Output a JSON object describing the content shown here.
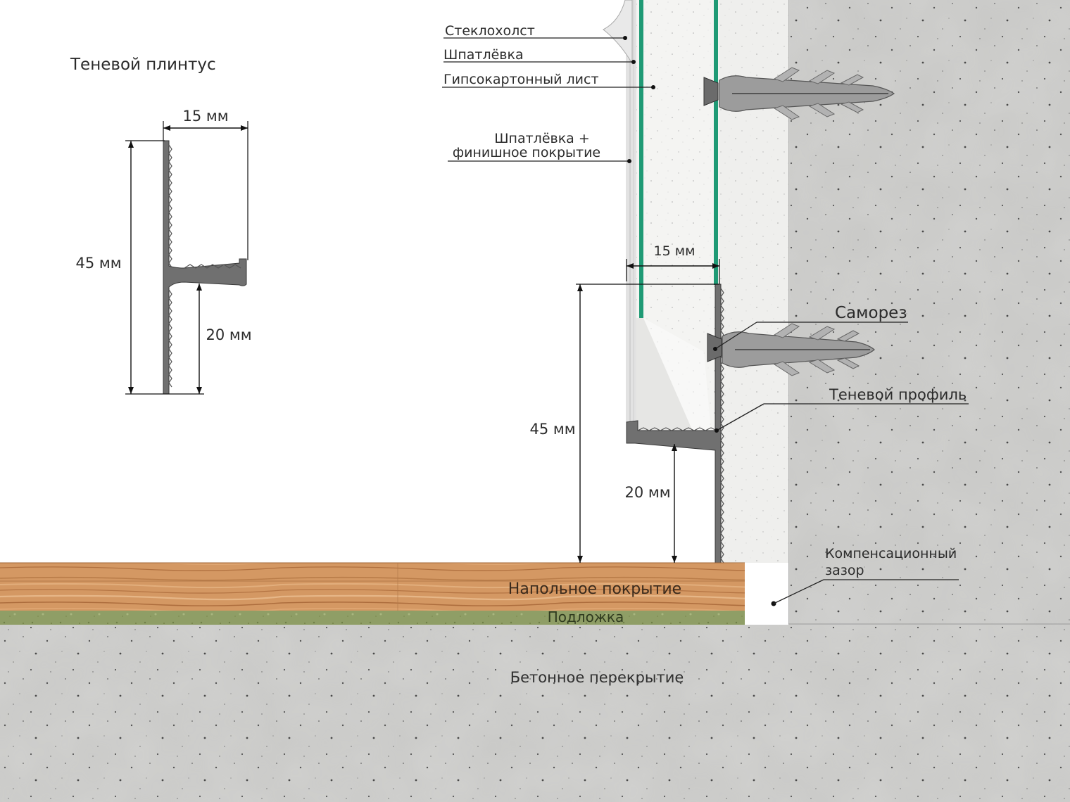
{
  "title": "Теневой плинтус",
  "left_detail": {
    "dim_width": "15 мм",
    "dim_height_total": "45 мм",
    "dim_height_gap": "20 мм"
  },
  "section": {
    "dim_width": "15 мм",
    "dim_height_total": "45 мм",
    "dim_height_gap": "20 мм"
  },
  "labels": {
    "fiberglass": "Стеклохолст",
    "putty": "Шпатлёвка",
    "drywall": "Гипсокартонный лист",
    "putty_finish_line1": "Шпатлёвка +",
    "putty_finish_line2": "финишное покрытие",
    "screw": "Саморез",
    "shadow_profile": "Теневой профиль",
    "gap_line1": "Компенсационный",
    "gap_line2": "зазор",
    "flooring": "Напольное покрытие",
    "underlay": "Подложка",
    "concrete": "Бетонное перекрытие"
  },
  "colors": {
    "concrete": "#c9c9c7",
    "plaster": "#eeeeec",
    "drywall_edge": "#1f9a75",
    "wood": "#d49863",
    "underlay": "#8c9b63",
    "profile": "#707070"
  }
}
